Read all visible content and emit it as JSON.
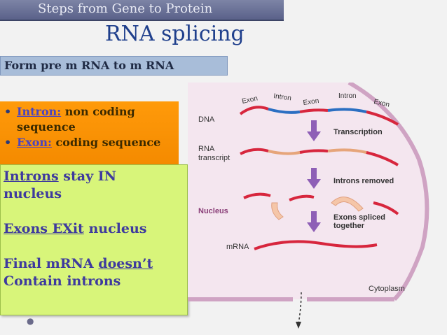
{
  "header": {
    "section": "Steps from Gene to Protein"
  },
  "slide": {
    "title": "RNA splicing",
    "subtitle": "Form pre m RNA to m RNA"
  },
  "definitions": [
    {
      "term": "Intron:",
      "text": " non coding sequence"
    },
    {
      "term": "Exon:",
      "text": " coding sequence"
    }
  ],
  "notes": {
    "introns_a": "Introns",
    "introns_b": " stay IN",
    "introns_c": "nucleus",
    "exons_a": "Exons EXit",
    "exons_b": " nucleus",
    "final_a": "Final mRNA ",
    "final_b": "doesn’t",
    "final_c": "Contain introns"
  },
  "diagram": {
    "gene_labels": [
      "Exon",
      "Intron",
      "Exon",
      "Intron",
      "Exon"
    ],
    "row_labels": {
      "dna": "DNA",
      "rna_1": "RNA",
      "rna_2": "transcript",
      "nucleus": "Nucleus",
      "mrna": "mRNA",
      "cytoplasm": "Cytoplasm"
    },
    "steps": {
      "transcription": "Transcription",
      "introns_removed": "Introns removed",
      "spliced_1": "Exons spliced",
      "spliced_2": "together"
    },
    "colors": {
      "exon": "#d7263d",
      "intron": "#2b6fc2",
      "arrow": "#8e5fb6",
      "nucleus": "#e7c9dd",
      "intron_piece": "#f5c6a8"
    }
  }
}
